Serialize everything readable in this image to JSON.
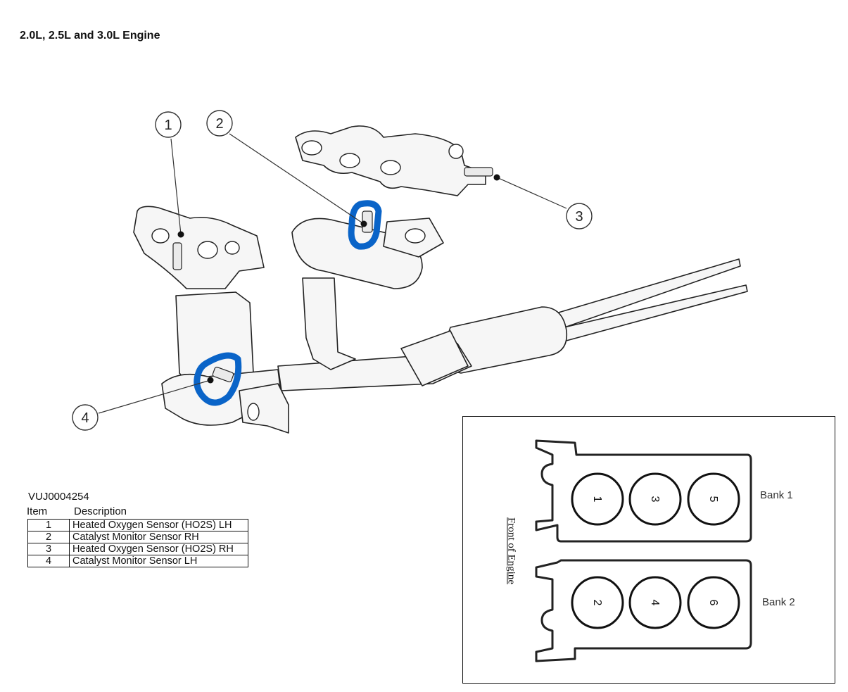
{
  "page": {
    "title": "2.0L, 2.5L and 3.0L Engine",
    "figure_id": "VUJ0004254"
  },
  "callouts": [
    "1",
    "2",
    "3",
    "4"
  ],
  "legend": {
    "headers": {
      "item": "Item",
      "description": "Description"
    },
    "rows": [
      {
        "item": "1",
        "description": "Heated Oxygen Sensor (HO2S) LH"
      },
      {
        "item": "2",
        "description": "Catalyst Monitor Sensor RH"
      },
      {
        "item": "3",
        "description": "Heated Oxygen Sensor (HO2S) RH"
      },
      {
        "item": "4",
        "description": "Catalyst Monitor Sensor LH"
      }
    ]
  },
  "bank_diagram": {
    "front_label": "Front of Engine",
    "bank1": {
      "label": "Bank 1",
      "cylinders": [
        "1",
        "3",
        "5"
      ]
    },
    "bank2": {
      "label": "Bank 2",
      "cylinders": [
        "2",
        "4",
        "6"
      ]
    }
  },
  "colors": {
    "highlight": "#0a64c8",
    "line": "#222222",
    "metal": "#f4f4f4"
  }
}
